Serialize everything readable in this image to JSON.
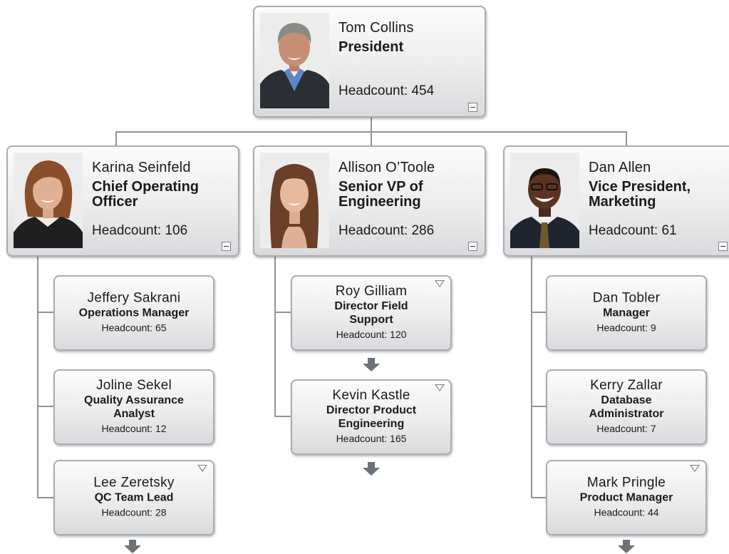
{
  "root": {
    "name": "Tom Collins",
    "title": "President",
    "headcount": "Headcount: 454"
  },
  "managers": [
    {
      "name": "Karina Seinfeld",
      "title": "Chief Operating Officer",
      "headcount": "Headcount: 106"
    },
    {
      "name": "Allison O’Toole",
      "title": "Senior VP of Engineering",
      "headcount": "Headcount: 286"
    },
    {
      "name": "Dan Allen",
      "title": "Vice President, Marketing",
      "headcount": "Headcount: 61"
    }
  ],
  "reports": [
    [
      {
        "name": "Jeffery Sakrani",
        "title": "Operations Manager",
        "headcount": "Headcount: 65"
      },
      {
        "name": "Joline Sekel",
        "title": "Quality Assurance Analyst",
        "headcount": "Headcount: 12"
      },
      {
        "name": "Lee Zeretsky",
        "title": "QC Team Lead",
        "headcount": "Headcount: 28",
        "expandable": true
      }
    ],
    [
      {
        "name": "Roy Gilliam",
        "title": "Director Field Support",
        "headcount": "Headcount: 120",
        "expandable": true
      },
      {
        "name": "Kevin Kastle",
        "title": "Director Product Engineering",
        "headcount": "Headcount: 165",
        "expandable": true
      }
    ],
    [
      {
        "name": "Dan Tobler",
        "title": "Manager",
        "headcount": "Headcount: 9"
      },
      {
        "name": "Kerry Zallar",
        "title": "Database Administrator",
        "headcount": "Headcount: 7"
      },
      {
        "name": "Mark Pringle",
        "title": "Product Manager",
        "headcount": "Headcount: 44",
        "expandable": true
      }
    ]
  ],
  "colors": {
    "card_border": "#a8adb2",
    "connector": "#8e949a",
    "arrow": "#6b7177"
  },
  "icons": [
    "collapse-icon",
    "expand-triangle-icon",
    "expand-down-arrow-icon"
  ]
}
